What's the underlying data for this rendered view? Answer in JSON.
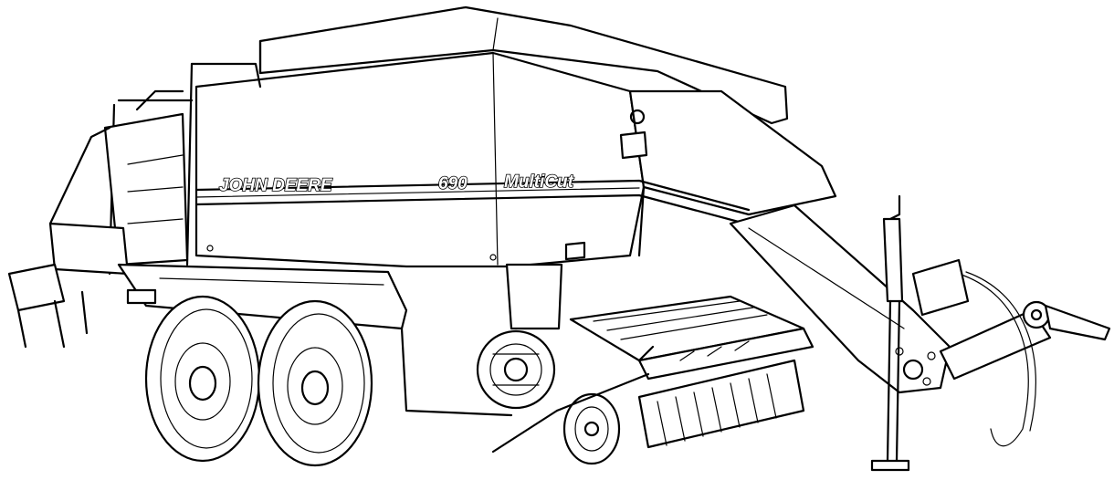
{
  "branding": {
    "maker": "JOHN DEERE",
    "model": "690",
    "series": "MultiCut"
  },
  "colors": {
    "line": "#000000",
    "background": "#ffffff"
  }
}
